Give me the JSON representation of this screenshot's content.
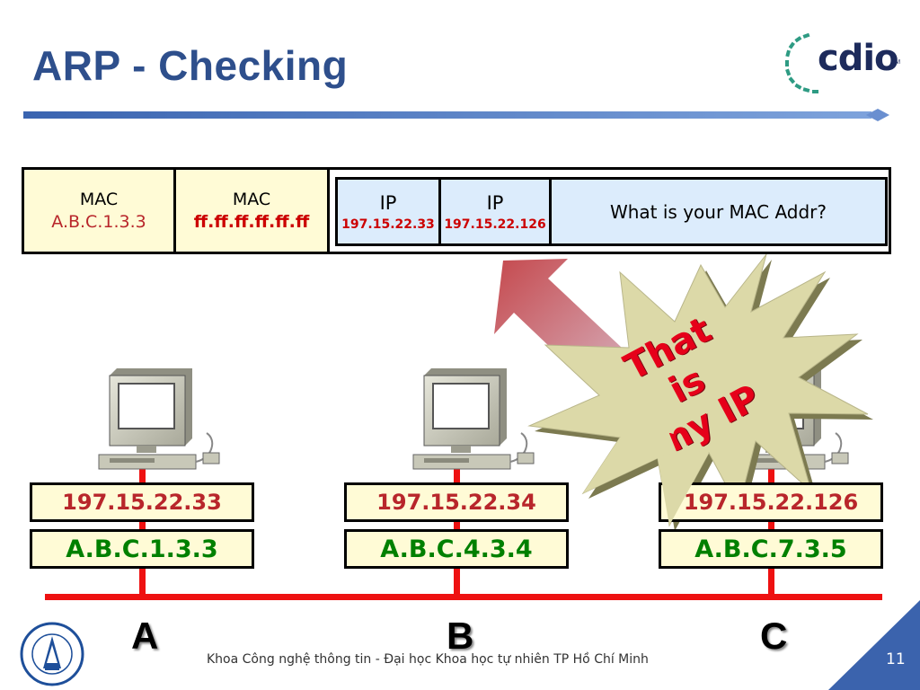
{
  "title": "ARP - Checking",
  "logo": {
    "text": "cdio",
    "tm": "TM"
  },
  "frame": {
    "src_mac": {
      "label": "MAC",
      "value": "A.B.C.1.3.3"
    },
    "dst_mac": {
      "label": "MAC",
      "value": "ff.ff.ff.ff.ff.ff"
    },
    "src_ip": {
      "label": "IP",
      "value": "197.15.22.33"
    },
    "dst_ip": {
      "label": "IP",
      "value": "197.15.22.126"
    },
    "question": "What is your MAC Addr?"
  },
  "callout": {
    "line1": "That is",
    "line2": "my IP"
  },
  "hosts": [
    {
      "letter": "A",
      "ip": "197.15.22.33",
      "mac": "A.B.C.1.3.3"
    },
    {
      "letter": "B",
      "ip": "197.15.22.34",
      "mac": "A.B.C.4.3.4"
    },
    {
      "letter": "C",
      "ip": "197.15.22.126",
      "mac": "A.B.C.7.3.5"
    }
  ],
  "footer": {
    "text": "Khoa Công nghệ thông tin - Đại học Khoa học tự nhiên TP Hồ Chí Minh",
    "page": "11"
  },
  "colors": {
    "title": "#2e4f8c",
    "network": "#ee1111",
    "label_bg": "#fffbd6",
    "ip_bg": "#dcecfc",
    "footer_tri": "#3b63ad"
  }
}
